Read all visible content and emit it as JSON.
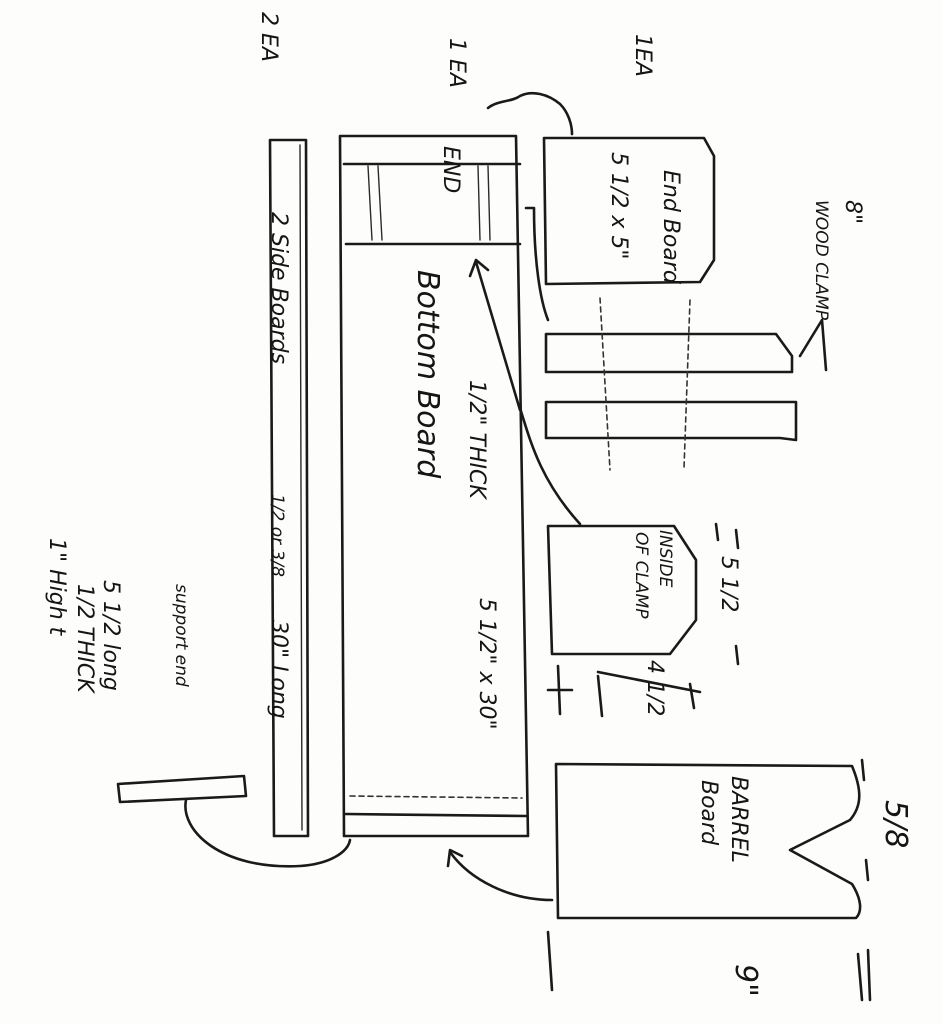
{
  "labels": {
    "qty_2ea": "2 EA",
    "qty_1ea_a": "1 EA",
    "qty_1ea_b": "1EA",
    "side_boards": "2 Side Boards",
    "side_thickness": "1/2 or 3/8",
    "side_length": "30\" Long",
    "bottom_thick": "1/2\" THICK",
    "bottom_board": "Bottom Board",
    "bottom_dims": "5 1/2\" x 30\"",
    "end_board": "End Board",
    "end_dims": "5 1/2 x 5\"",
    "wood_clamp": "WOOD CLAMP",
    "clamp_len": "8\"",
    "inside_clamp_1": "INSIDE",
    "inside_clamp_2": "OF CLAMP",
    "clamp_w": "5 1/2",
    "clamp_h": "4 1/2",
    "barrel_1": "BARREL",
    "barrel_2": "Board",
    "barrel_w": "5/8",
    "barrel_len": "9\"",
    "support_end": "support end",
    "support_1": "5 1/2 long",
    "support_2": "1/2 THICK",
    "support_3": "1\" High t",
    "end_tag": "END",
    "one": "1"
  }
}
